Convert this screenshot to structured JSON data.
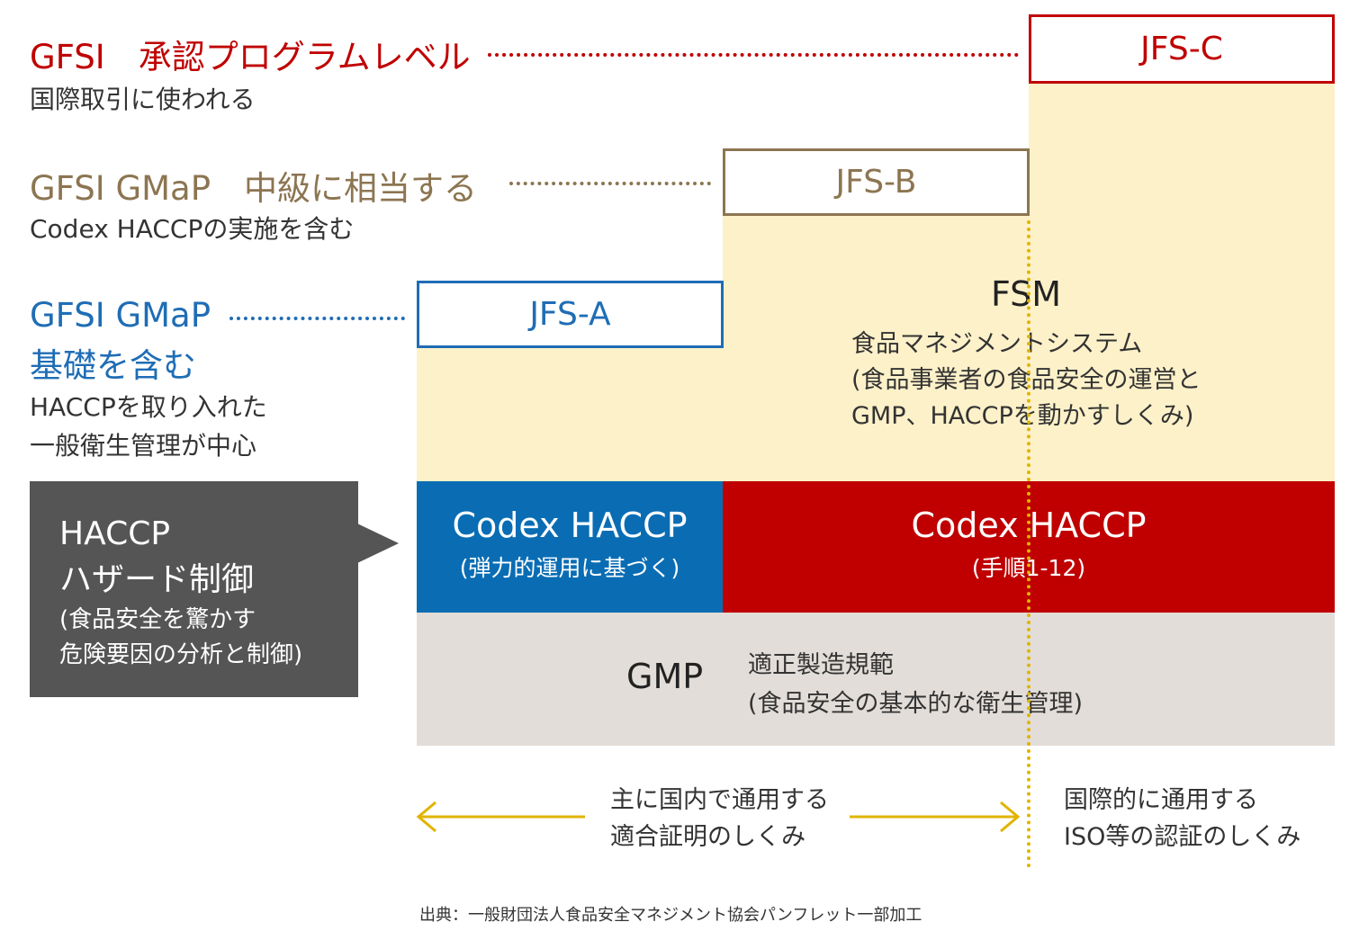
{
  "colors": {
    "red": "#c00000",
    "brown": "#8c7551",
    "blue": "#1f6db5",
    "cream": "#fdf1c9",
    "gmp_gray": "#e2ddd8",
    "dark_gray": "#555555",
    "gold": "#e0b400"
  },
  "levels": {
    "c": {
      "title": "GFSI　承認プログラムレベル",
      "sub": "国際取引に使われる",
      "box": "JFS-C"
    },
    "b": {
      "title": "GFSI  GMaP　中級に相当する",
      "sub": "Codex  HACCPの実施を含む",
      "box": "JFS-B"
    },
    "a": {
      "title": "GFSI  GMaP",
      "title2": "基礎を含む",
      "sub1": "HACCPを取り入れた",
      "sub2": "一般衛生管理が中心",
      "box": "JFS-A"
    }
  },
  "fsm": {
    "title": "FSM",
    "line1": "食品マネジメントシステム",
    "line2": "(食品事業者の食品安全の運営と",
    "line3": "GMP、HACCPを動かすしくみ)"
  },
  "haccp_callout": {
    "title1": "HACCP",
    "title2": "ハザード制御",
    "line1": "(食品安全を驚かす",
    "line2": "危険要因の分析と制御)"
  },
  "codex_flexible": {
    "title": "Codex  HACCP",
    "sub": "(弾力的運用に基づく)"
  },
  "codex_steps": {
    "title": "Codex  HACCP",
    "sub": "(手順1-12)"
  },
  "gmp": {
    "label": "GMP",
    "line1": "適正製造規範",
    "line2": "(食品安全の基本的な衛生管理)"
  },
  "bottom": {
    "domestic1": "主に国内で通用する",
    "domestic2": "適合証明のしくみ",
    "intl1": "国際的に通用する",
    "intl2": "ISO等の認証のしくみ"
  },
  "source": "出典：一般財団法人食品安全マネジメント協会パンフレット一部加工"
}
